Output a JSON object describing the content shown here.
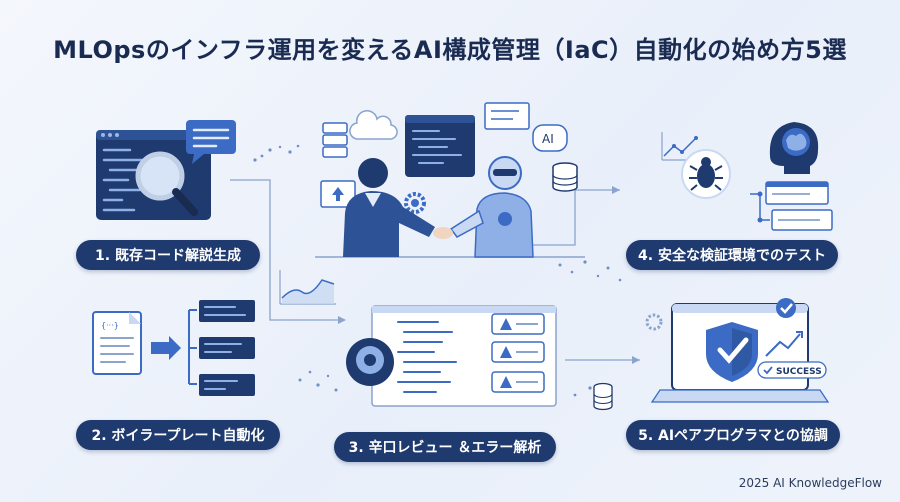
{
  "title": "MLOpsのインフラ運用を変えるAI構成管理（IaC）自動化の始め方5選",
  "steps": [
    {
      "label": "1. 既存コード解説生成"
    },
    {
      "label": "2. ボイラープレート自動化"
    },
    {
      "label": "3. 辛口レビュー ＆エラー解析"
    },
    {
      "label": "4. 安全な検証環境でのテスト"
    },
    {
      "label": "5. AIペアプログラマとの協調"
    }
  ],
  "center": {
    "ai_label": "AI"
  },
  "step5": {
    "success_label": "SUCCESS"
  },
  "footer": "2025 AI KnowledgeFlow",
  "colors": {
    "navy": "#1e3a6e",
    "blue": "#3b6bc4",
    "light_blue": "#c9d9f3",
    "bg": "#eef3fb"
  }
}
